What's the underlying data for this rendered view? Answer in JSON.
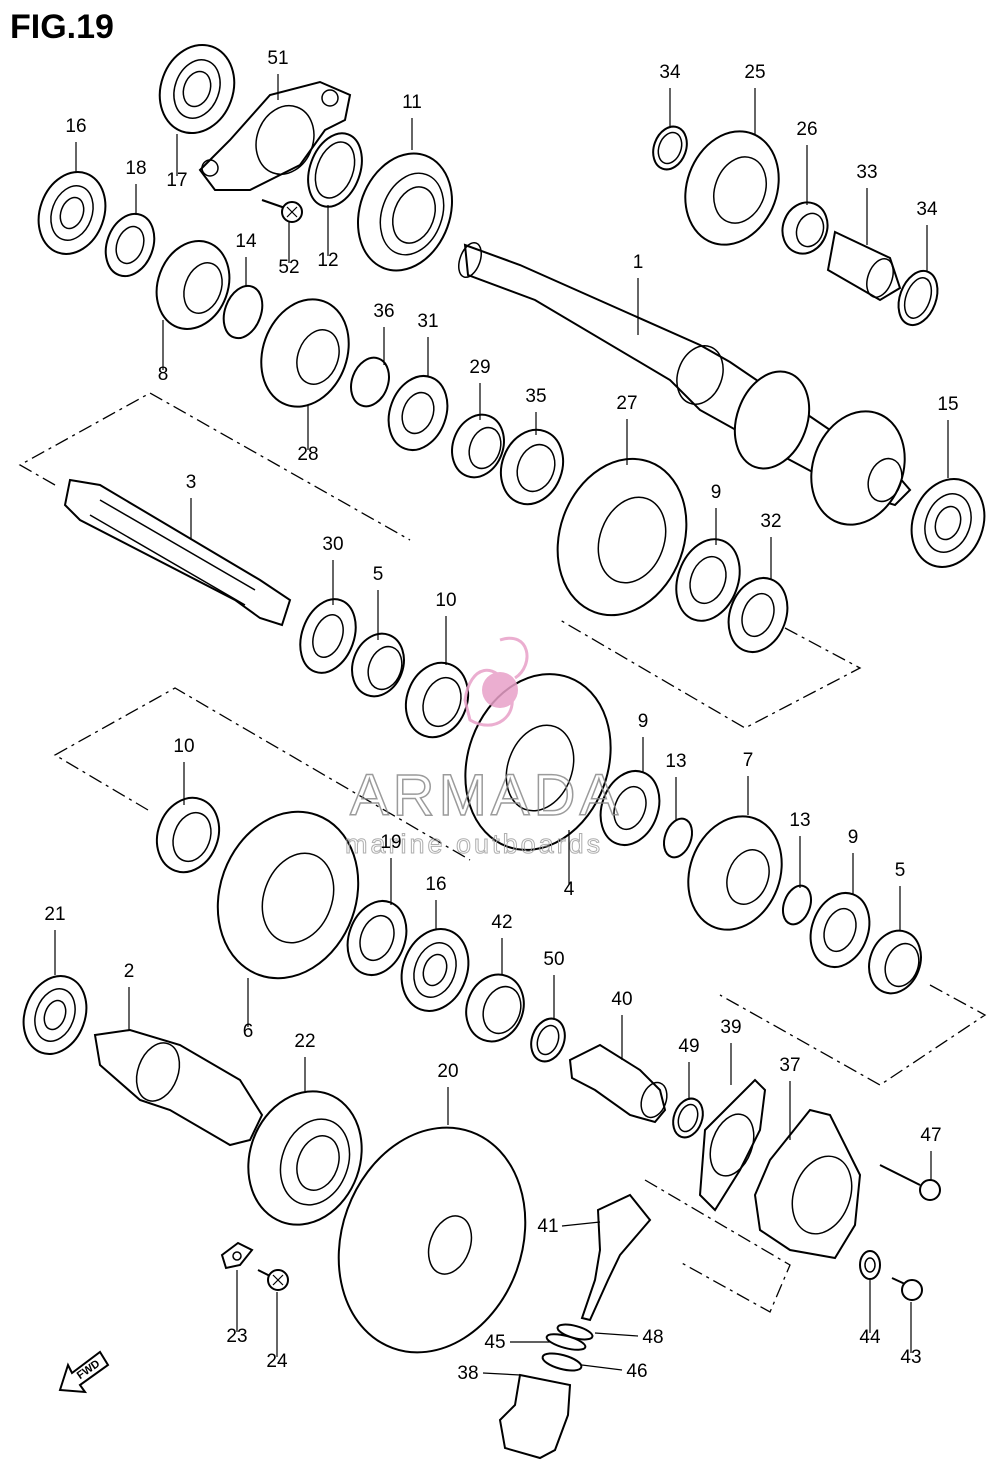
{
  "figure": {
    "title": "FIG.19"
  },
  "watermark": {
    "brand": "ARMADA",
    "tagline": "marine outboards",
    "accent_color": "#e8a0c8"
  },
  "direction_marker": {
    "label": "FWD",
    "icon": "arrow-left-down-icon"
  },
  "callouts": [
    {
      "id": "c1",
      "label": "1"
    },
    {
      "id": "c2",
      "label": "2"
    },
    {
      "id": "c3",
      "label": "3"
    },
    {
      "id": "c4",
      "label": "4"
    },
    {
      "id": "c5a",
      "label": "5"
    },
    {
      "id": "c5b",
      "label": "5"
    },
    {
      "id": "c6",
      "label": "6"
    },
    {
      "id": "c7",
      "label": "7"
    },
    {
      "id": "c8",
      "label": "8"
    },
    {
      "id": "c9a",
      "label": "9"
    },
    {
      "id": "c9b",
      "label": "9"
    },
    {
      "id": "c9c",
      "label": "9"
    },
    {
      "id": "c10a",
      "label": "10"
    },
    {
      "id": "c10b",
      "label": "10"
    },
    {
      "id": "c11",
      "label": "11"
    },
    {
      "id": "c12",
      "label": "12"
    },
    {
      "id": "c13a",
      "label": "13"
    },
    {
      "id": "c13b",
      "label": "13"
    },
    {
      "id": "c14",
      "label": "14"
    },
    {
      "id": "c15",
      "label": "15"
    },
    {
      "id": "c16a",
      "label": "16"
    },
    {
      "id": "c16b",
      "label": "16"
    },
    {
      "id": "c17",
      "label": "17"
    },
    {
      "id": "c18",
      "label": "18"
    },
    {
      "id": "c19",
      "label": "19"
    },
    {
      "id": "c20",
      "label": "20"
    },
    {
      "id": "c21",
      "label": "21"
    },
    {
      "id": "c22",
      "label": "22"
    },
    {
      "id": "c23",
      "label": "23"
    },
    {
      "id": "c24",
      "label": "24"
    },
    {
      "id": "c25",
      "label": "25"
    },
    {
      "id": "c26",
      "label": "26"
    },
    {
      "id": "c27",
      "label": "27"
    },
    {
      "id": "c28",
      "label": "28"
    },
    {
      "id": "c29",
      "label": "29"
    },
    {
      "id": "c30",
      "label": "30"
    },
    {
      "id": "c31",
      "label": "31"
    },
    {
      "id": "c32",
      "label": "32"
    },
    {
      "id": "c33",
      "label": "33"
    },
    {
      "id": "c34a",
      "label": "34"
    },
    {
      "id": "c34b",
      "label": "34"
    },
    {
      "id": "c35",
      "label": "35"
    },
    {
      "id": "c36",
      "label": "36"
    },
    {
      "id": "c37",
      "label": "37"
    },
    {
      "id": "c38",
      "label": "38"
    },
    {
      "id": "c39",
      "label": "39"
    },
    {
      "id": "c40",
      "label": "40"
    },
    {
      "id": "c41",
      "label": "41"
    },
    {
      "id": "c42",
      "label": "42"
    },
    {
      "id": "c43",
      "label": "43"
    },
    {
      "id": "c44",
      "label": "44"
    },
    {
      "id": "c45",
      "label": "45"
    },
    {
      "id": "c46",
      "label": "46"
    },
    {
      "id": "c47",
      "label": "47"
    },
    {
      "id": "c48",
      "label": "48"
    },
    {
      "id": "c49",
      "label": "49"
    },
    {
      "id": "c50",
      "label": "50"
    },
    {
      "id": "c51",
      "label": "51"
    },
    {
      "id": "c52",
      "label": "52"
    }
  ]
}
